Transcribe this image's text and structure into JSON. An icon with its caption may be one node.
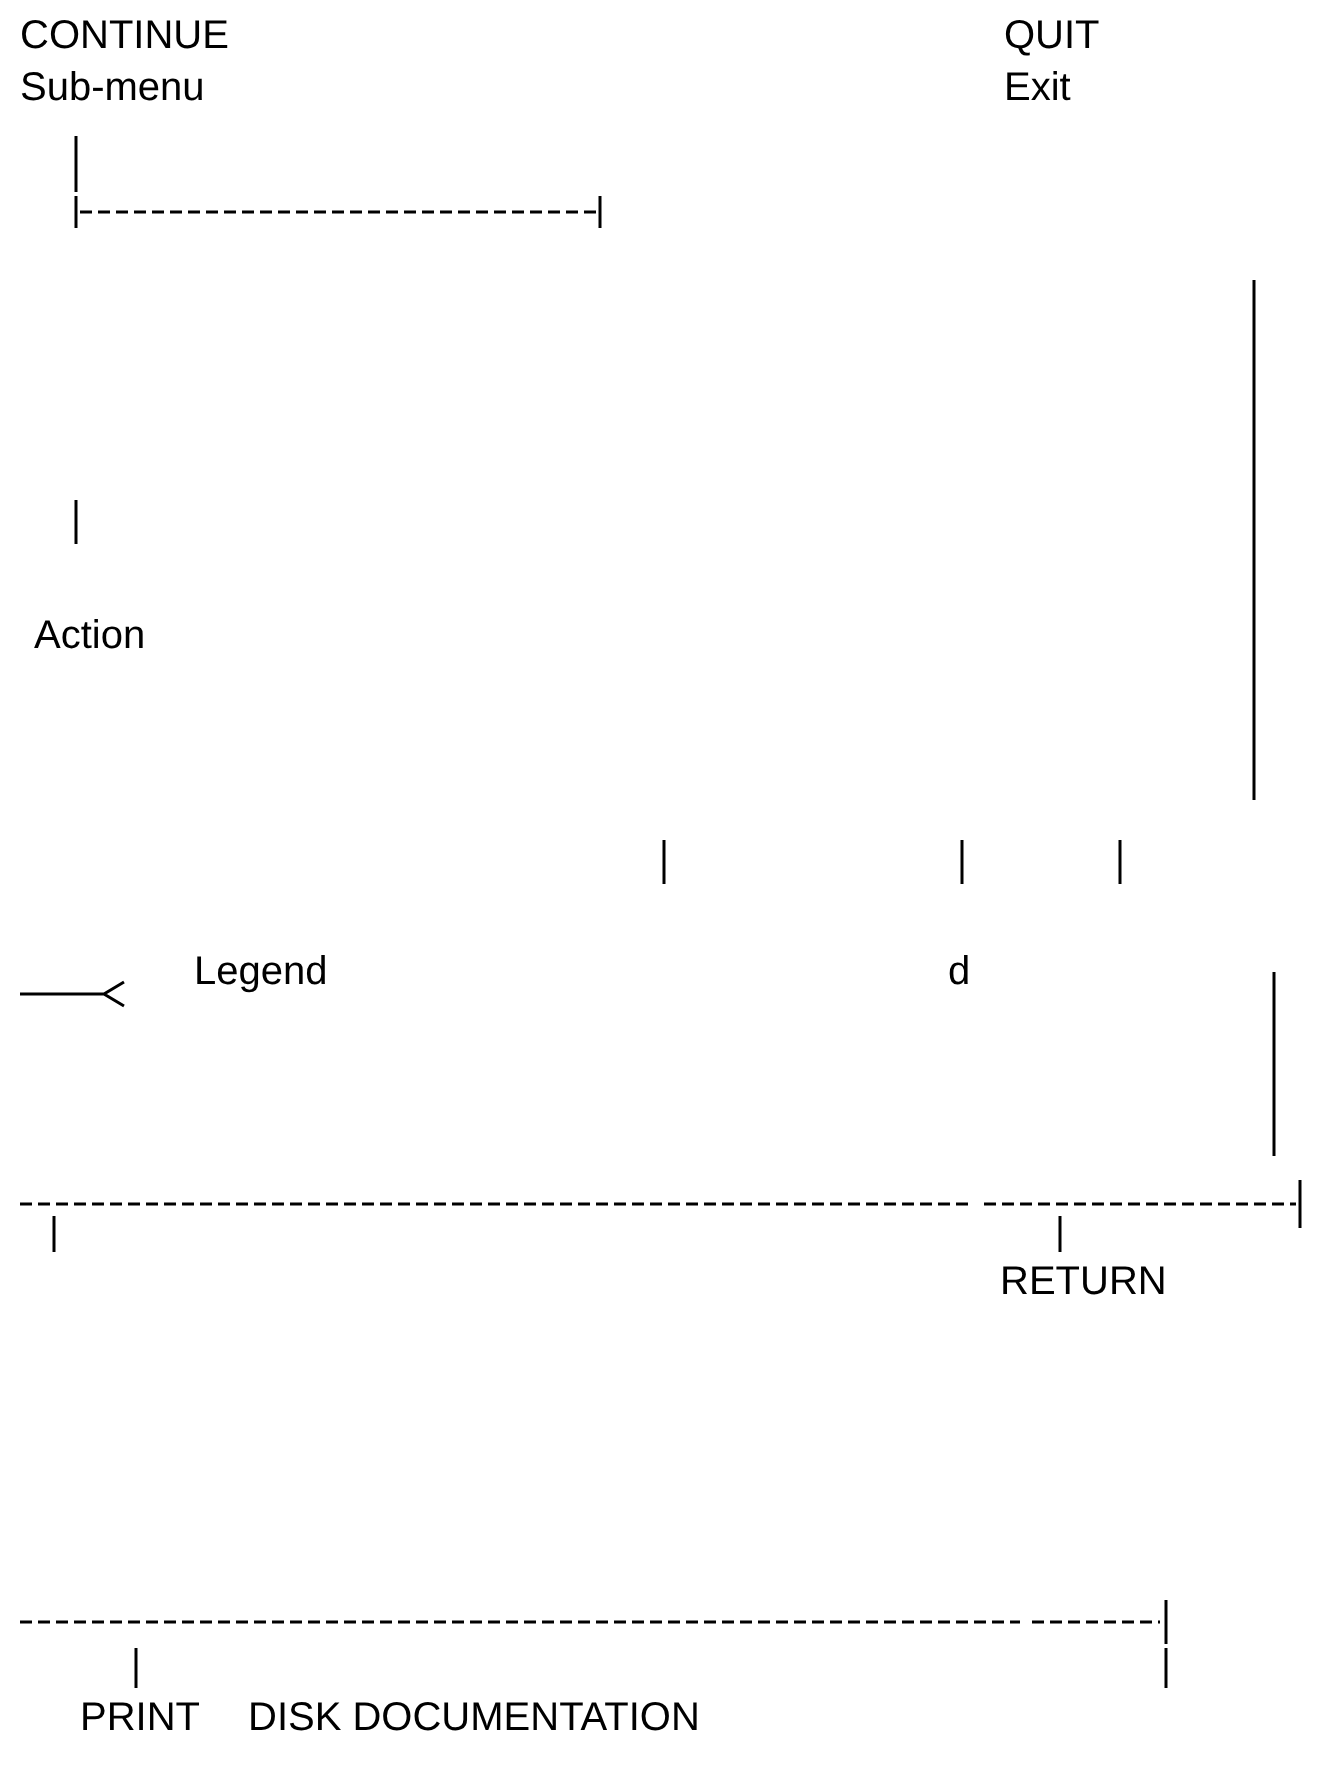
{
  "diagram": {
    "labels": [
      "CONTINUE",
      "Sub-menu",
      "QUIT",
      "Exit",
      "Action",
      "Legend",
      "d",
      "RETURN",
      "PRINT",
      "DISK DOCUMENTATION"
    ]
  }
}
